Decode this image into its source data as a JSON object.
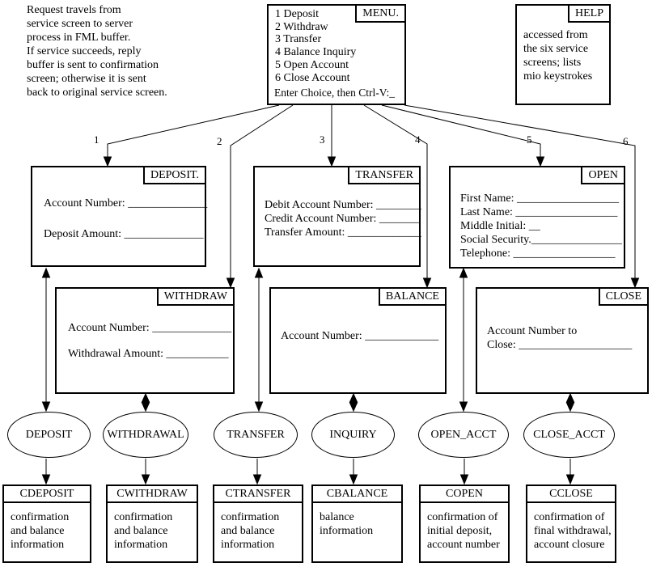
{
  "note": {
    "lines": [
      "Request travels from",
      "service screen to server",
      "process in FML buffer.",
      "If service succeeds, reply",
      "buffer is sent to confirmation",
      "screen; otherwise it is sent",
      "back to original service screen."
    ]
  },
  "menu": {
    "title": "MENU.",
    "items": [
      "1 Deposit",
      "2 Withdraw",
      "3 Transfer",
      "4 Balance Inquiry",
      "5 Open Account",
      "6 Close Account"
    ],
    "prompt": "Enter Choice, then Ctrl-V:_"
  },
  "help": {
    "title": "HELP",
    "lines": [
      "accessed from",
      "the six service",
      "screens; lists",
      "mio keystrokes"
    ]
  },
  "branch_labels": [
    "1",
    "2",
    "3",
    "4",
    "5",
    "6"
  ],
  "screens": {
    "deposit": {
      "title": "DEPOSIT.",
      "lines": [
        "Account Number: ______________",
        "Deposit Amount: ______________"
      ]
    },
    "withdraw": {
      "title": "WITHDRAW",
      "lines": [
        "Account Number: ______________",
        "Withdrawal Amount: ___________"
      ]
    },
    "transfer": {
      "title": "TRANSFER",
      "lines": [
        "Debit Account Number: ________",
        "Credit Account Number: _______",
        "Transfer Amount: _____________"
      ]
    },
    "balance": {
      "title": "BALANCE",
      "lines": [
        "Account Number: _____________"
      ]
    },
    "open": {
      "title": "OPEN",
      "lines": [
        "First Name: __________________",
        "Last Name: __________________",
        "Middle Initial: __",
        "Social Security.________________",
        "Telephone: __________________"
      ]
    },
    "close": {
      "title": "CLOSE",
      "lines": [
        "Account Number to",
        "Close: ____________________"
      ]
    }
  },
  "services": [
    "DEPOSIT",
    "WITHDRAWAL",
    "TRANSFER",
    "INQUIRY",
    "OPEN_ACCT",
    "CLOSE_ACCT"
  ],
  "confirmations": [
    {
      "title": "CDEPOSIT",
      "lines": [
        "confirmation",
        "and balance",
        "information"
      ]
    },
    {
      "title": "CWITHDRAW",
      "lines": [
        "confirmation",
        "and balance",
        "information"
      ]
    },
    {
      "title": "CTRANSFER",
      "lines": [
        "confirmation",
        "and balance",
        "information"
      ]
    },
    {
      "title": "CBALANCE",
      "lines": [
        "balance",
        "information"
      ]
    },
    {
      "title": "COPEN",
      "lines": [
        "confirmation of",
        "initial deposit,",
        "account number"
      ]
    },
    {
      "title": "CCLOSE",
      "lines": [
        "confirmation of",
        "final withdrawal,",
        "account closure"
      ]
    }
  ]
}
